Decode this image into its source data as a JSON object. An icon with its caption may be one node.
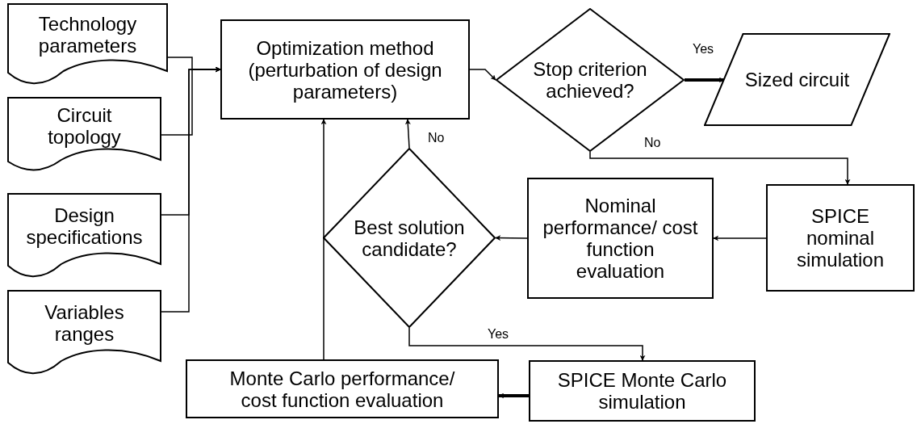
{
  "diagram": {
    "nodes": [
      {
        "text": [
          "Technology parameters"
        ]
      },
      {
        "text": [
          "Circuit topology"
        ]
      },
      {
        "text": [
          "Design specifications"
        ]
      },
      {
        "text": [
          "Variables ranges"
        ]
      },
      {
        "text": [
          "Optimization method (perturbation of design parameters)"
        ]
      },
      {
        "text": [
          "Stop criterion achieved?"
        ]
      },
      {
        "text": [
          "Sized circuit"
        ]
      },
      {
        "text": [
          "SPICE nominal simulation"
        ]
      },
      {
        "text": [
          "Nominal performance/ cost function evaluation"
        ]
      },
      {
        "text": [
          "Best solution candidate?"
        ]
      },
      {
        "text": [
          "SPICE Monte Carlo simulation"
        ]
      },
      {
        "text": [
          "Monte Carlo performance/ cost function evaluation"
        ]
      }
    ],
    "edges": [
      {
        "from": 0,
        "to": 4,
        "arrow": "to"
      },
      {
        "from": 1,
        "to": 4,
        "arrow": "to"
      },
      {
        "from": 2,
        "to": 4,
        "arrow": "to"
      },
      {
        "from": 3,
        "to": 4,
        "arrow": "to"
      },
      {
        "from": 4,
        "to": 5,
        "arrow": "to"
      },
      {
        "from": 5,
        "to": 6,
        "arrow": "to",
        "label": "Yes",
        "style": "thick"
      },
      {
        "from": 5,
        "to": 7,
        "arrow": "to",
        "label": "No"
      },
      {
        "from": 7,
        "to": 8,
        "arrow": "to"
      },
      {
        "from": 8,
        "to": 9,
        "arrow": "to"
      },
      {
        "from": 9,
        "to": 4,
        "arrow": "to",
        "label": "No"
      },
      {
        "from": 9,
        "to": 10,
        "arrow": "to",
        "label": "Yes"
      },
      {
        "from": 10,
        "to": 11,
        "arrow": "to",
        "style": "thick"
      },
      {
        "from": 11,
        "to": 4,
        "arrow": "to"
      }
    ]
  }
}
